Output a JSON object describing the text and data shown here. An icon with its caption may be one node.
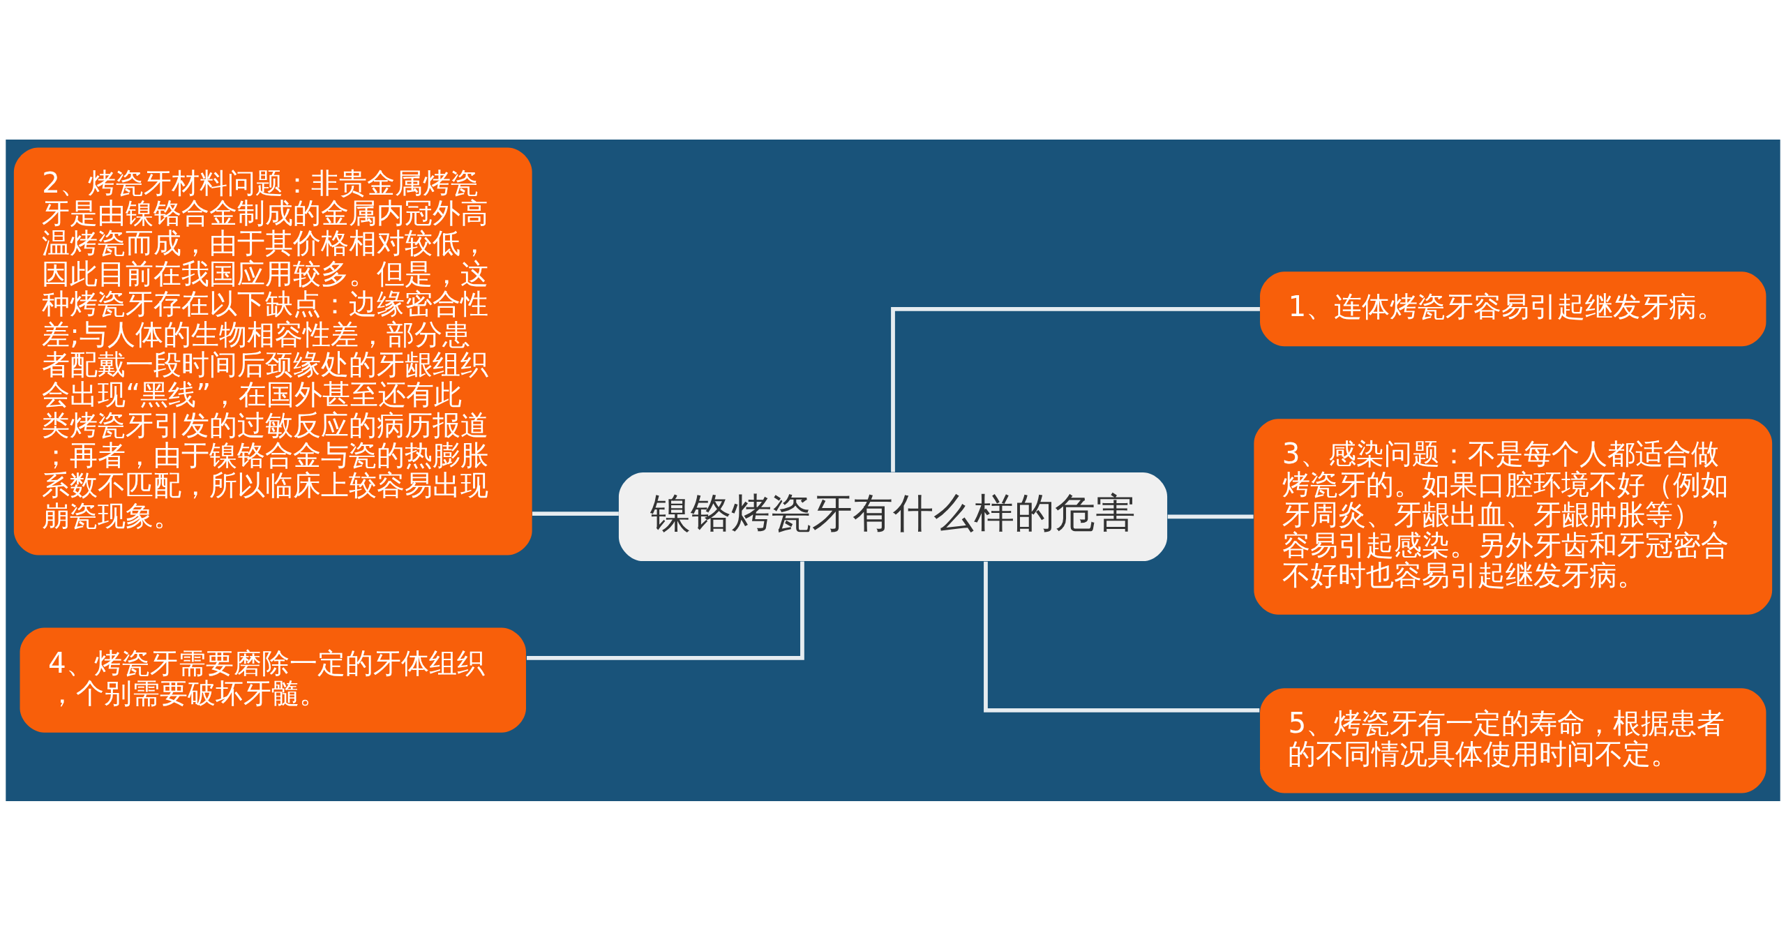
{
  "diagram": {
    "nodes": [
      {
        "text": [
          "镍铬烤瓷牙有什么样的危害"
        ]
      },
      {
        "text": [
          "1、连体烤瓷牙容易引起继发牙病。"
        ]
      },
      {
        "text": [
          "2、烤瓷牙材料问题：非贵金属烤瓷牙是由镍铬合金制成的金属内冠外高温烤瓷而成，由于其价格相对较低，因此目前在我国应用较多。但是，这种烤瓷牙存在以下缺点：边缘密合性差;与人体的生物相容性差，部分患者配戴一段时间后颈缘处的牙龈组织会出现“黑线”，在国外甚至还有此类烤瓷牙引发的过敏反应的病历报道；再者，由于镍铬合金与瓷的热膨胀系数不匹配，所以临床上较容易出现崩瓷现象。"
        ]
      },
      {
        "text": [
          "3、感染问题：不是每个人都适合做烤瓷牙的。如果口腔环境不好（例如牙周炎、牙龈出血、牙龈肿胀等），容易引起感染。另外牙齿和牙冠密合不好时也容易引起继发牙病。"
        ]
      },
      {
        "text": [
          "4、烤瓷牙需要磨除一定的牙体组织，个别需要破坏牙髓。"
        ]
      },
      {
        "text": [
          "5、烤瓷牙有一定的寿命，根据患者的不同情况具体使用时间不定。"
        ]
      }
    ],
    "edges": [
      {
        "from": 0,
        "to": 1,
        "arrow": "none"
      },
      {
        "from": 0,
        "to": 2,
        "arrow": "none"
      },
      {
        "from": 0,
        "to": 3,
        "arrow": "none"
      },
      {
        "from": 0,
        "to": 4,
        "arrow": "none"
      },
      {
        "from": 0,
        "to": 5,
        "arrow": "none"
      }
    ]
  }
}
